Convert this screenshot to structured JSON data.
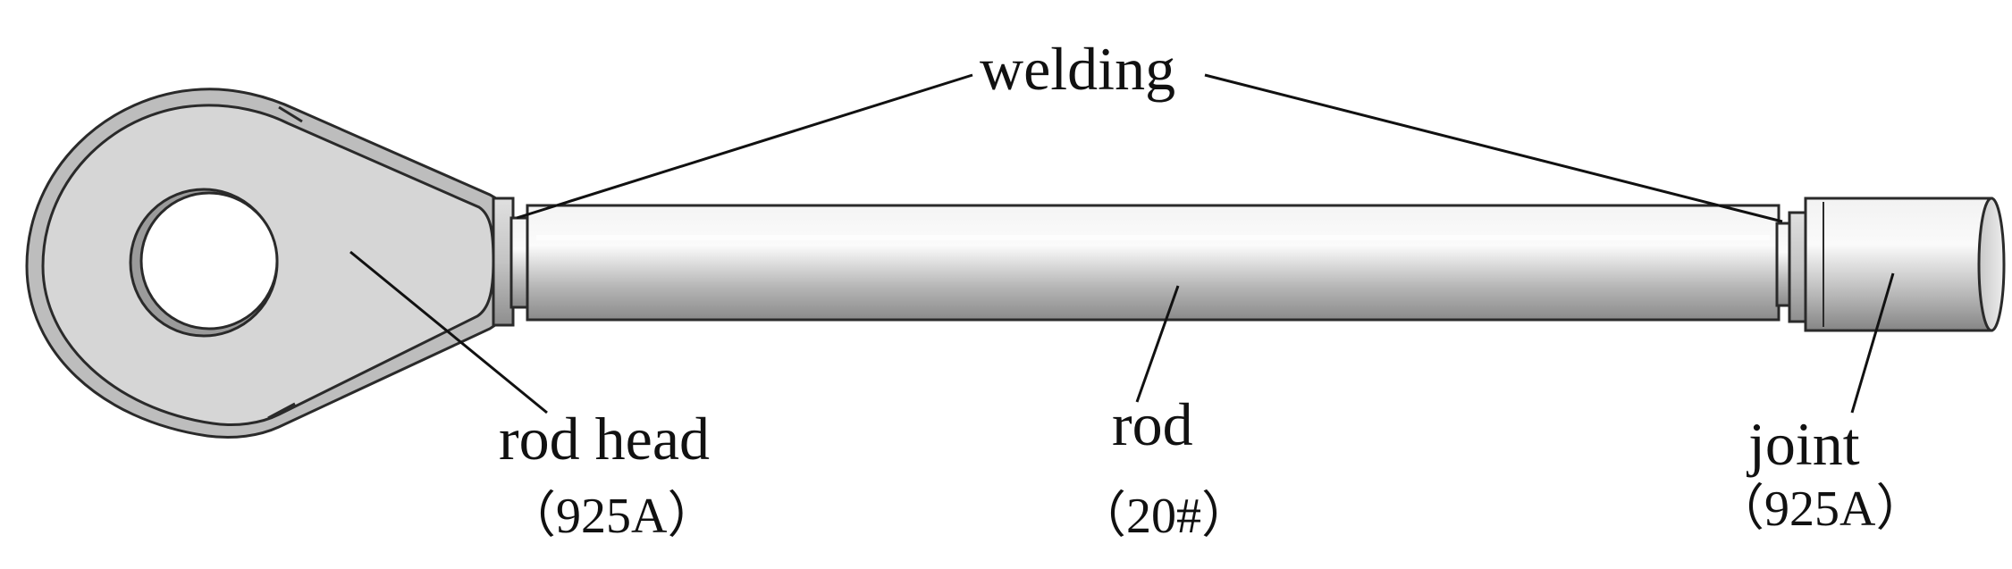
{
  "labels": {
    "welding": "welding",
    "rod_head": "rod head",
    "rod_head_material": "（925A）",
    "rod": "rod",
    "rod_material": "（20#）",
    "joint": "joint",
    "joint_material": "（925A）"
  },
  "colors": {
    "outline": "#2a2a2a",
    "face": "#d6d6d6",
    "rim": "#a9a9a9",
    "leader": "#111111"
  }
}
